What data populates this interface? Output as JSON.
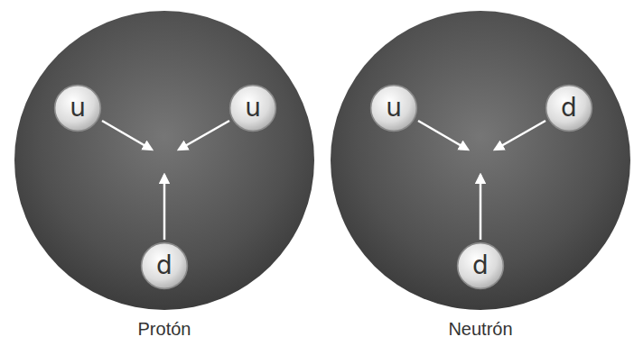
{
  "diagram": {
    "nodes": [
      {
        "text": [
          "Protón"
        ]
      },
      {
        "text": [
          "u"
        ],
        "in": 0
      },
      {
        "text": [
          "u"
        ],
        "in": 0
      },
      {
        "text": [
          "d"
        ],
        "in": 0
      },
      {
        "text": [
          "Neutrón"
        ]
      },
      {
        "text": [
          "u"
        ],
        "in": 4
      },
      {
        "text": [
          "d"
        ],
        "in": 4
      },
      {
        "text": [
          "d"
        ],
        "in": 4
      }
    ]
  }
}
